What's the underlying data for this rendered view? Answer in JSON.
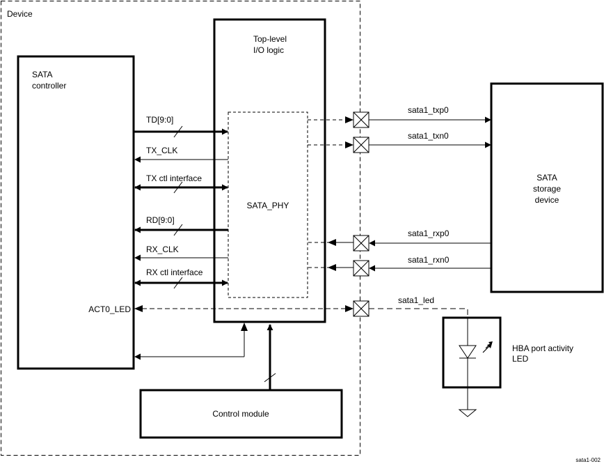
{
  "device_label": "Device",
  "sata_controller": {
    "line1": "SATA",
    "line2": "controller"
  },
  "top_level_io": {
    "line1": "Top-level",
    "line2": "I/O logic"
  },
  "sata_phy": "SATA_PHY",
  "storage_device": {
    "line1": "SATA",
    "line2": "storage",
    "line3": "device"
  },
  "control_module": "Control module",
  "signals": {
    "td": "TD[9:0]",
    "tx_clk": "TX_CLK",
    "tx_ctl": "TX ctl interface",
    "rd": "RD[9:0]",
    "rx_clk": "RX_CLK",
    "rx_ctl": "RX ctl interface",
    "act0_led": "ACT0_LED"
  },
  "pins": {
    "txp0": "sata1_txp0",
    "txn0": "sata1_txn0",
    "rxp0": "sata1_rxp0",
    "rxn0": "sata1_rxn0",
    "led": "sata1_led"
  },
  "hba_led": {
    "line1": "HBA port activity",
    "line2": "LED"
  },
  "figure_id": "sata1-002"
}
